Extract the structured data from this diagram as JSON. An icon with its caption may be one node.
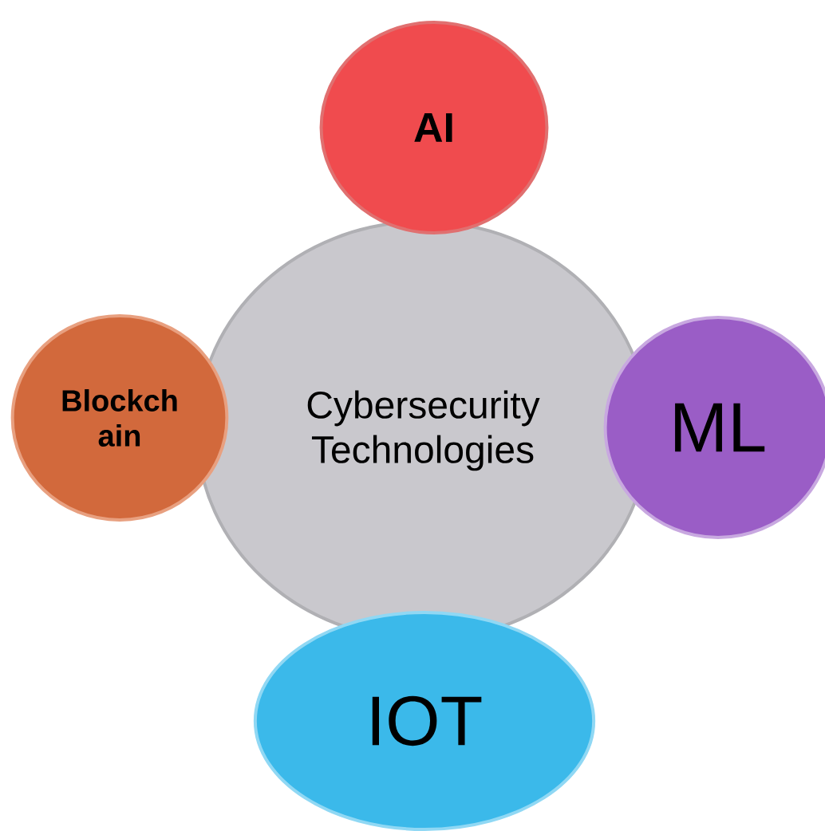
{
  "diagram": {
    "nodes": [
      {
        "text": [
          "AI"
        ]
      },
      {
        "text": [
          "Blockch ain"
        ]
      },
      {
        "text": [
          "Cybersecurity Technologies"
        ]
      },
      {
        "text": [
          "ML"
        ]
      },
      {
        "text": [
          "IOT"
        ]
      }
    ]
  }
}
